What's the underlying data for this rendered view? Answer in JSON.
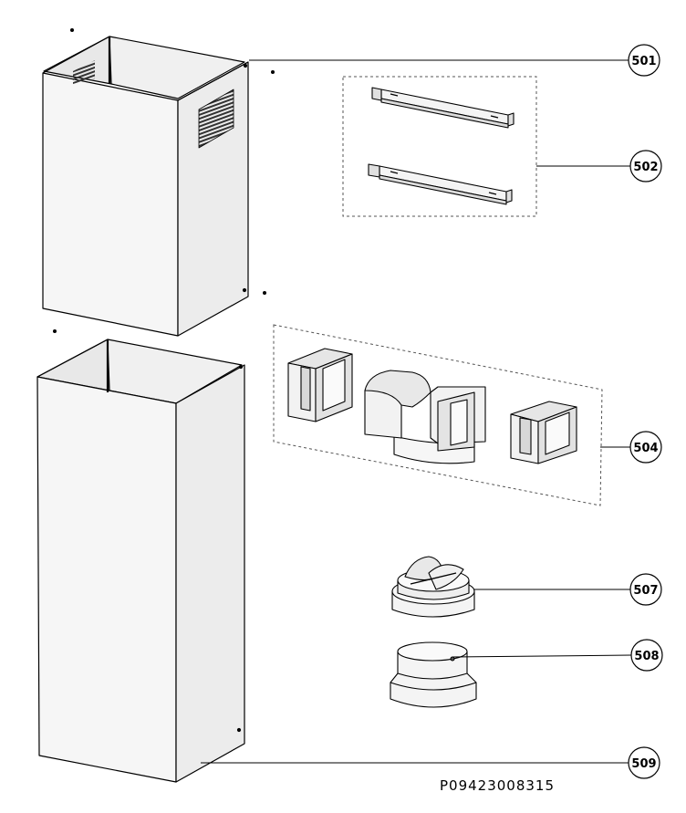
{
  "callouts": {
    "c501": "501",
    "c502": "502",
    "c504": "504",
    "c507": "507",
    "c508": "508",
    "c509": "509"
  },
  "document_number": "P09423008315",
  "colors": {
    "line": "#000000",
    "face_light": "#f4f4f4",
    "face_dark": "#e6e6e6",
    "grille": "#333333"
  }
}
